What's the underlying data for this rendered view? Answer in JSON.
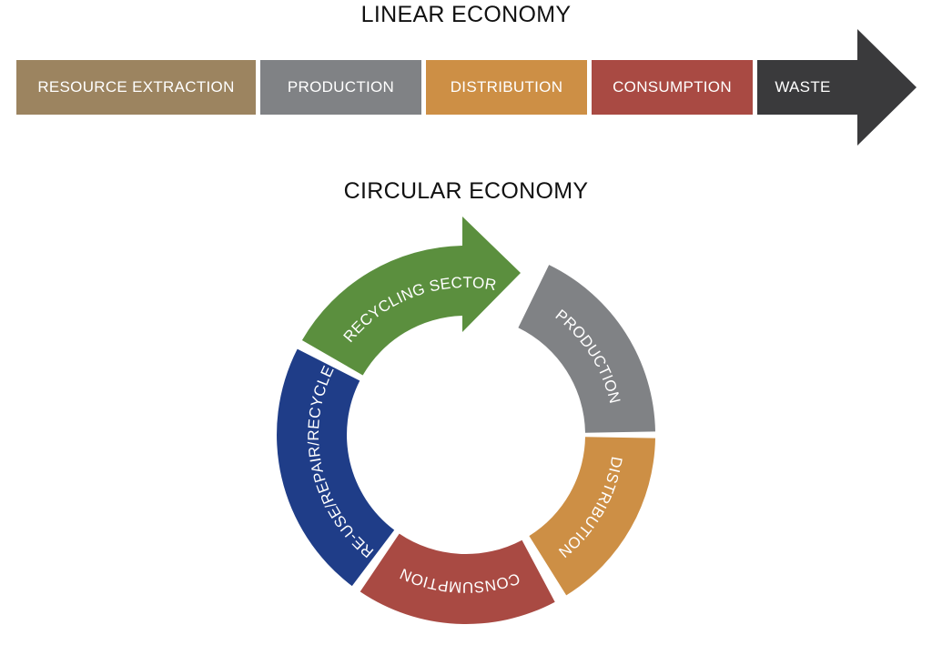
{
  "linear": {
    "title": "LINEAR ECONOMY",
    "stages": [
      {
        "label": "RESOURCE EXTRACTION",
        "color": "#9c8460"
      },
      {
        "label": "PRODUCTION",
        "color": "#808285"
      },
      {
        "label": "DISTRIBUTION",
        "color": "#cd8f45"
      },
      {
        "label": "CONSUMPTION",
        "color": "#a94a43"
      },
      {
        "label": "WASTE",
        "color": "#3a3a3c"
      }
    ]
  },
  "circular": {
    "title": "CIRCULAR ECONOMY",
    "stages": [
      {
        "label": "PRODUCTION",
        "color": "#808285"
      },
      {
        "label": "DISTRIBUTION",
        "color": "#cd8f45"
      },
      {
        "label": "CONSUMPTION",
        "color": "#a94a43"
      },
      {
        "label": "RE-USE/REPAIR/RECYCLE",
        "color": "#1f3d88"
      },
      {
        "label": "RECYCLING SECTOR",
        "color": "#5b8f3e"
      }
    ]
  }
}
